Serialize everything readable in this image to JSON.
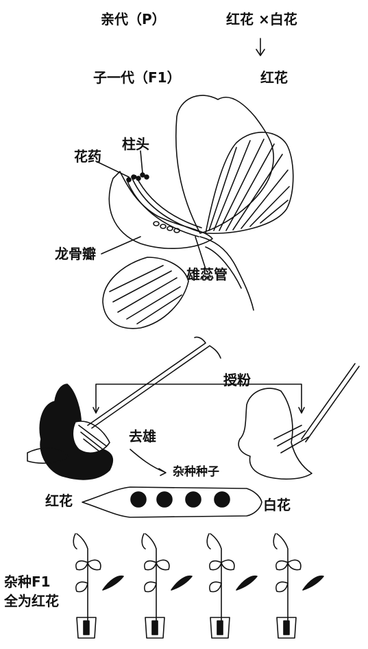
{
  "cross": {
    "parent_label": "亲代（P）",
    "parents": "红花 ×白花",
    "f1_label": "子一代（F1）",
    "f1_result": "红花"
  },
  "flower_parts": {
    "anther": "花药",
    "stigma": "柱头",
    "keel": "龙骨瓣",
    "staminal_tube": "雄蕊管"
  },
  "procedure": {
    "pollination": "授粉",
    "emasculation": "去雄",
    "hybrid_seeds": "杂种种子",
    "red_parent": "红花",
    "white_parent": "白花"
  },
  "offspring": {
    "line1": "杂种F1",
    "line2": "全为红花"
  }
}
